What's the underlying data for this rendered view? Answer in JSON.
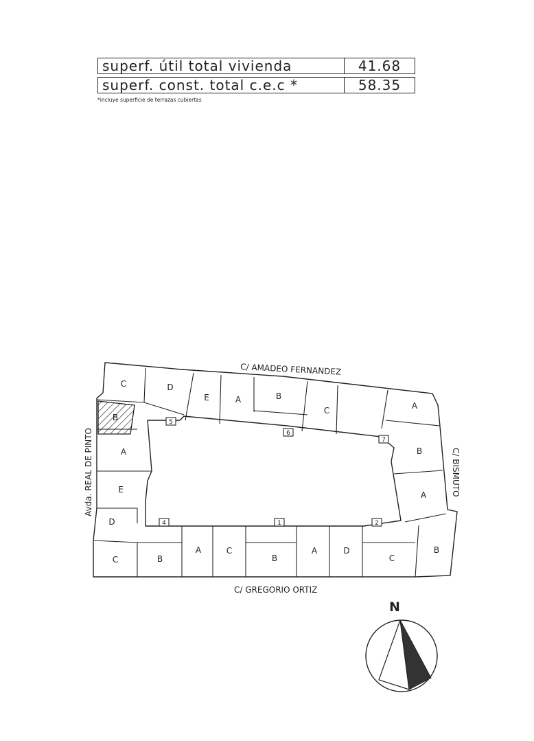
{
  "summary": {
    "useful_area_label": "superf. útil total vivienda",
    "useful_area_value": "41.68",
    "built_area_label": "superf. const. total c.e.c *",
    "built_area_value": "58.35",
    "footnote": "*incluye superficie de terrazas cubiertas"
  },
  "streets": {
    "north": "C/ AMADEO FERNANDEZ",
    "south": "C/ GREGORIO ORTIZ",
    "west": "Avda. REAL DE PINTO",
    "east": "C/ BISMUTO"
  },
  "units": {
    "n1": "C",
    "n2": "D",
    "n3": "E",
    "n4": "A",
    "n5": "B",
    "n6": "C",
    "n7": "A",
    "w1": "B",
    "w2": "A",
    "w3": "E",
    "w4": "D",
    "s1": "C",
    "s2": "B",
    "s3": "A",
    "s4": "C",
    "s5": "B",
    "s6": "A",
    "s7": "D",
    "s8": "C",
    "s9": "B",
    "e1": "B",
    "e2": "A"
  },
  "cores": {
    "c1": "1",
    "c2": "2",
    "c3": "4",
    "c4": "5",
    "c5": "6",
    "c6": "7"
  },
  "compass": {
    "north_label": "N"
  }
}
